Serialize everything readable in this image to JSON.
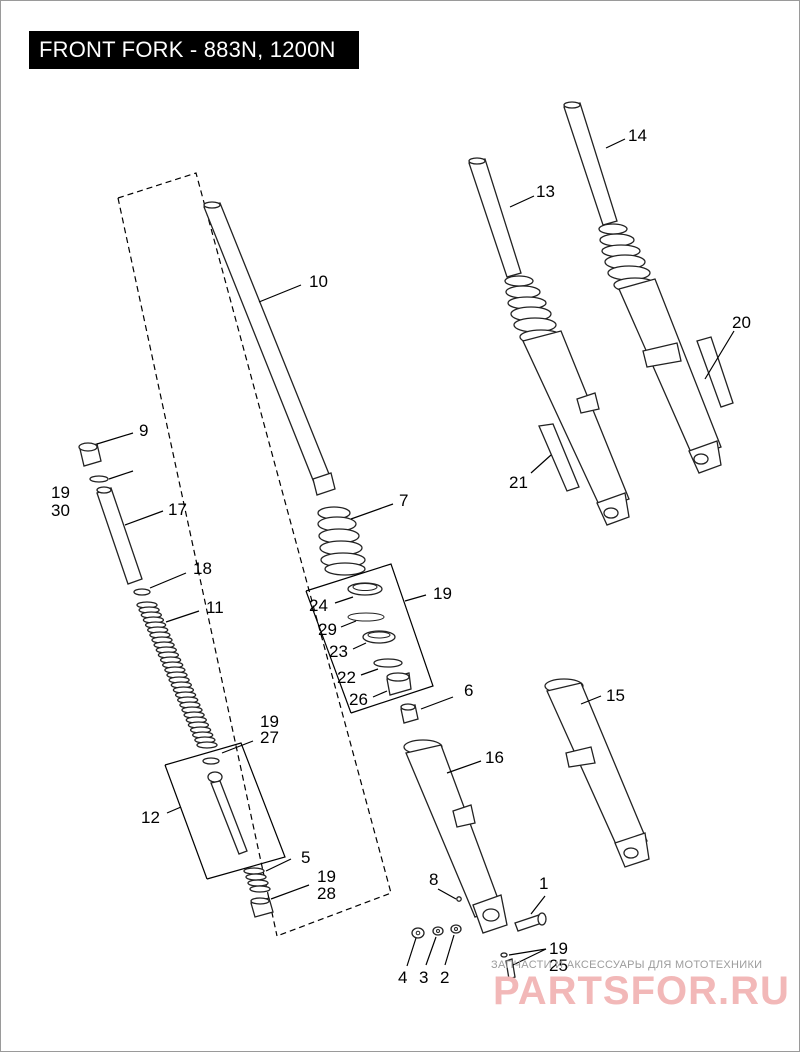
{
  "title": "FRONT FORK - 883N, 1200N",
  "callouts": {
    "c1": "1",
    "c2": "2",
    "c3": "3",
    "c4": "4",
    "c5": "5",
    "c6": "6",
    "c7": "7",
    "c8": "8",
    "c9": "9",
    "c10": "10",
    "c11": "11",
    "c12": "12",
    "c13": "13",
    "c14": "14",
    "c15": "15",
    "c16": "16",
    "c17": "17",
    "c18": "18",
    "c19a": "19",
    "c30": "30",
    "c19b": "19",
    "c27": "27",
    "c19c": "19",
    "c28": "28",
    "c19d": "19",
    "c24": "24",
    "c29": "29",
    "c23": "23",
    "c22": "22",
    "c26": "26",
    "c19e": "19",
    "c25": "25",
    "c20": "20",
    "c21": "21"
  },
  "watermark": {
    "text": "ЗАПЧАСТИ И АКСЕССУАРЫ ДЛЯ МОТОТЕХНИКИ",
    "logo": "PARTSFOR.RU"
  }
}
